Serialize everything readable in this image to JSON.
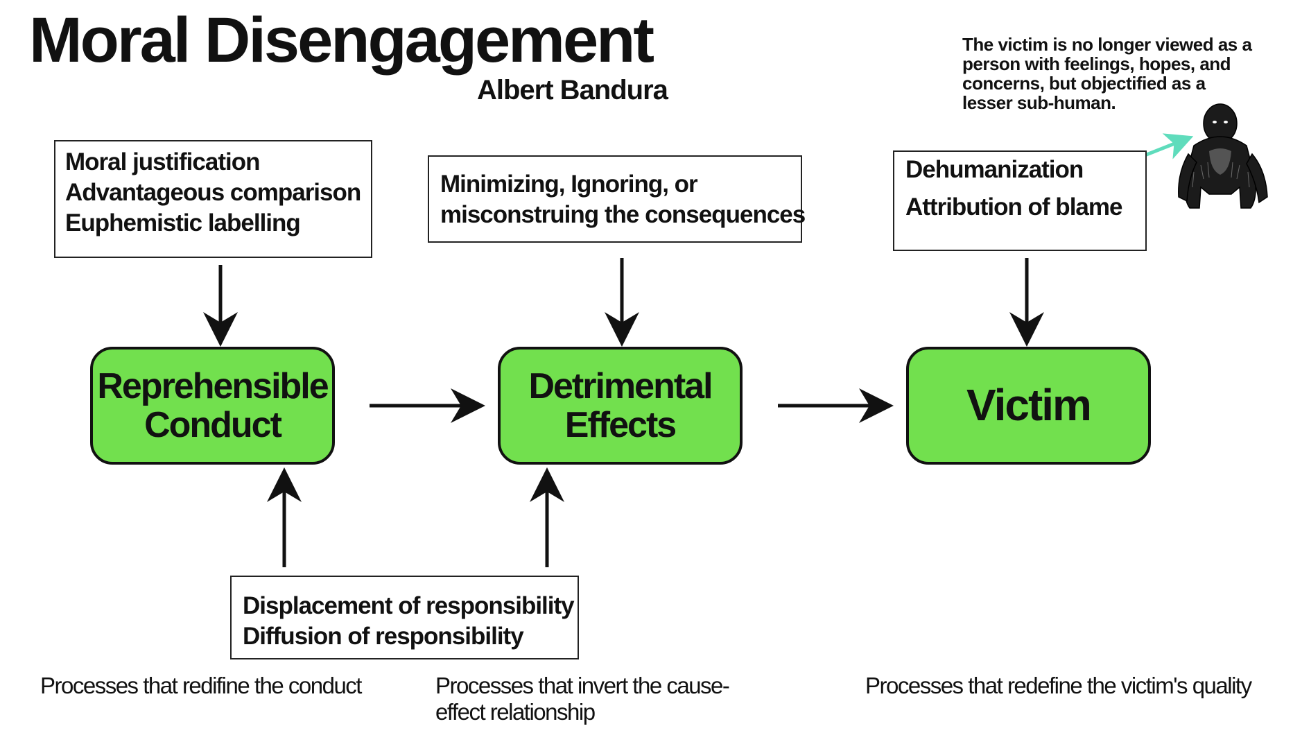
{
  "header": {
    "title": "Moral Disengagement",
    "subtitle": "Albert Bandura"
  },
  "note": "The victim is no longer viewed as a person with feelings, hopes, and concerns, but objectified as a lesser sub-human.",
  "boxes": {
    "conduct_mechanisms": [
      "Moral justification",
      "Advantageous comparison",
      "Euphemistic labelling"
    ],
    "effects_mechanisms": [
      "Minimizing, Ignoring, or",
      "misconstruing the consequences"
    ],
    "victim_mechanisms": [
      "Dehumanization",
      "Attribution of blame"
    ],
    "responsibility_mechanisms": [
      "Displacement of responsibility",
      "Diffusion of responsibility"
    ]
  },
  "nodes": {
    "conduct": [
      "Reprehensible",
      "Conduct"
    ],
    "effects": [
      "Detrimental",
      "Effects"
    ],
    "victim": [
      "Victim"
    ]
  },
  "captions": {
    "conduct": "Processes that redifine the conduct",
    "effects": "Processes that invert the cause-effect relationship",
    "victim": "Processes that redefine the victim's quality"
  },
  "colors": {
    "node_fill": "#72e04e",
    "highlight": "#8eead4",
    "pointer_arrow": "#5fdcbc"
  },
  "icons": {
    "gorilla": "gorilla-illustration"
  }
}
